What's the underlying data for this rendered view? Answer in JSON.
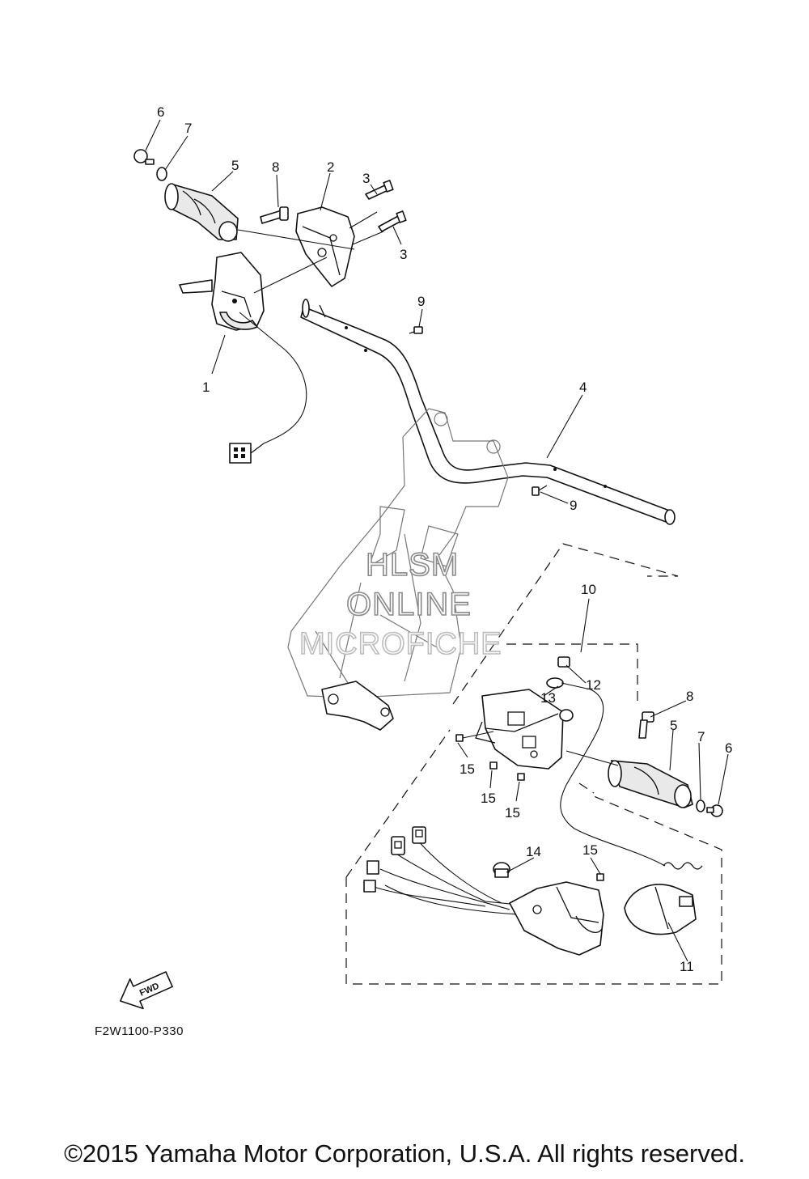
{
  "watermark": {
    "line1": "HLSM",
    "line2": "ONLINE",
    "line3": "MICROFICHE"
  },
  "callouts": {
    "c1": "1",
    "c2": "2",
    "c3a": "3",
    "c3b": "3",
    "c4": "4",
    "c5a": "5",
    "c5b": "5",
    "c6a": "6",
    "c6b": "6",
    "c7a": "7",
    "c7b": "7",
    "c8a": "8",
    "c8b": "8",
    "c9a": "9",
    "c9b": "9",
    "c10": "10",
    "c11": "11",
    "c12": "12",
    "c13": "13",
    "c14": "14",
    "c15a": "15",
    "c15b": "15",
    "c15c": "15",
    "c15d": "15"
  },
  "fwd_label": "FWD",
  "figure_code": "F2W1100-P330",
  "copyright": "©2015 Yamaha Motor Corporation, U.S.A. All rights reserved."
}
